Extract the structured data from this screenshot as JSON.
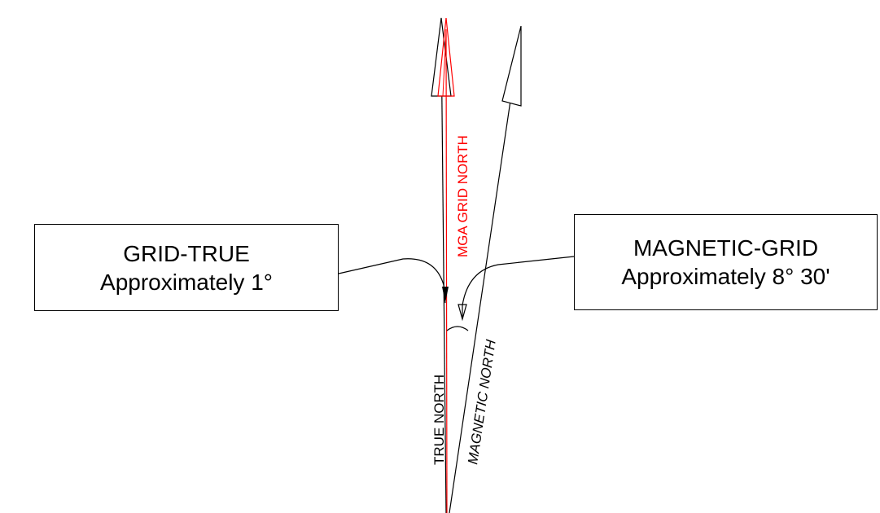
{
  "callouts": {
    "grid_true": {
      "line1": "GRID-TRUE",
      "line2": "Approximately 1°"
    },
    "magnetic_grid": {
      "line1": "MAGNETIC-GRID",
      "line2": "Approximately 8° 30'"
    }
  },
  "labels": {
    "mga_grid_north": "MGA GRID NORTH",
    "true_north": "TRUE NORTH",
    "magnetic_north": "MAGNETIC NORTH"
  },
  "colors": {
    "grid_north": "#ff0000",
    "lines": "#000000"
  }
}
